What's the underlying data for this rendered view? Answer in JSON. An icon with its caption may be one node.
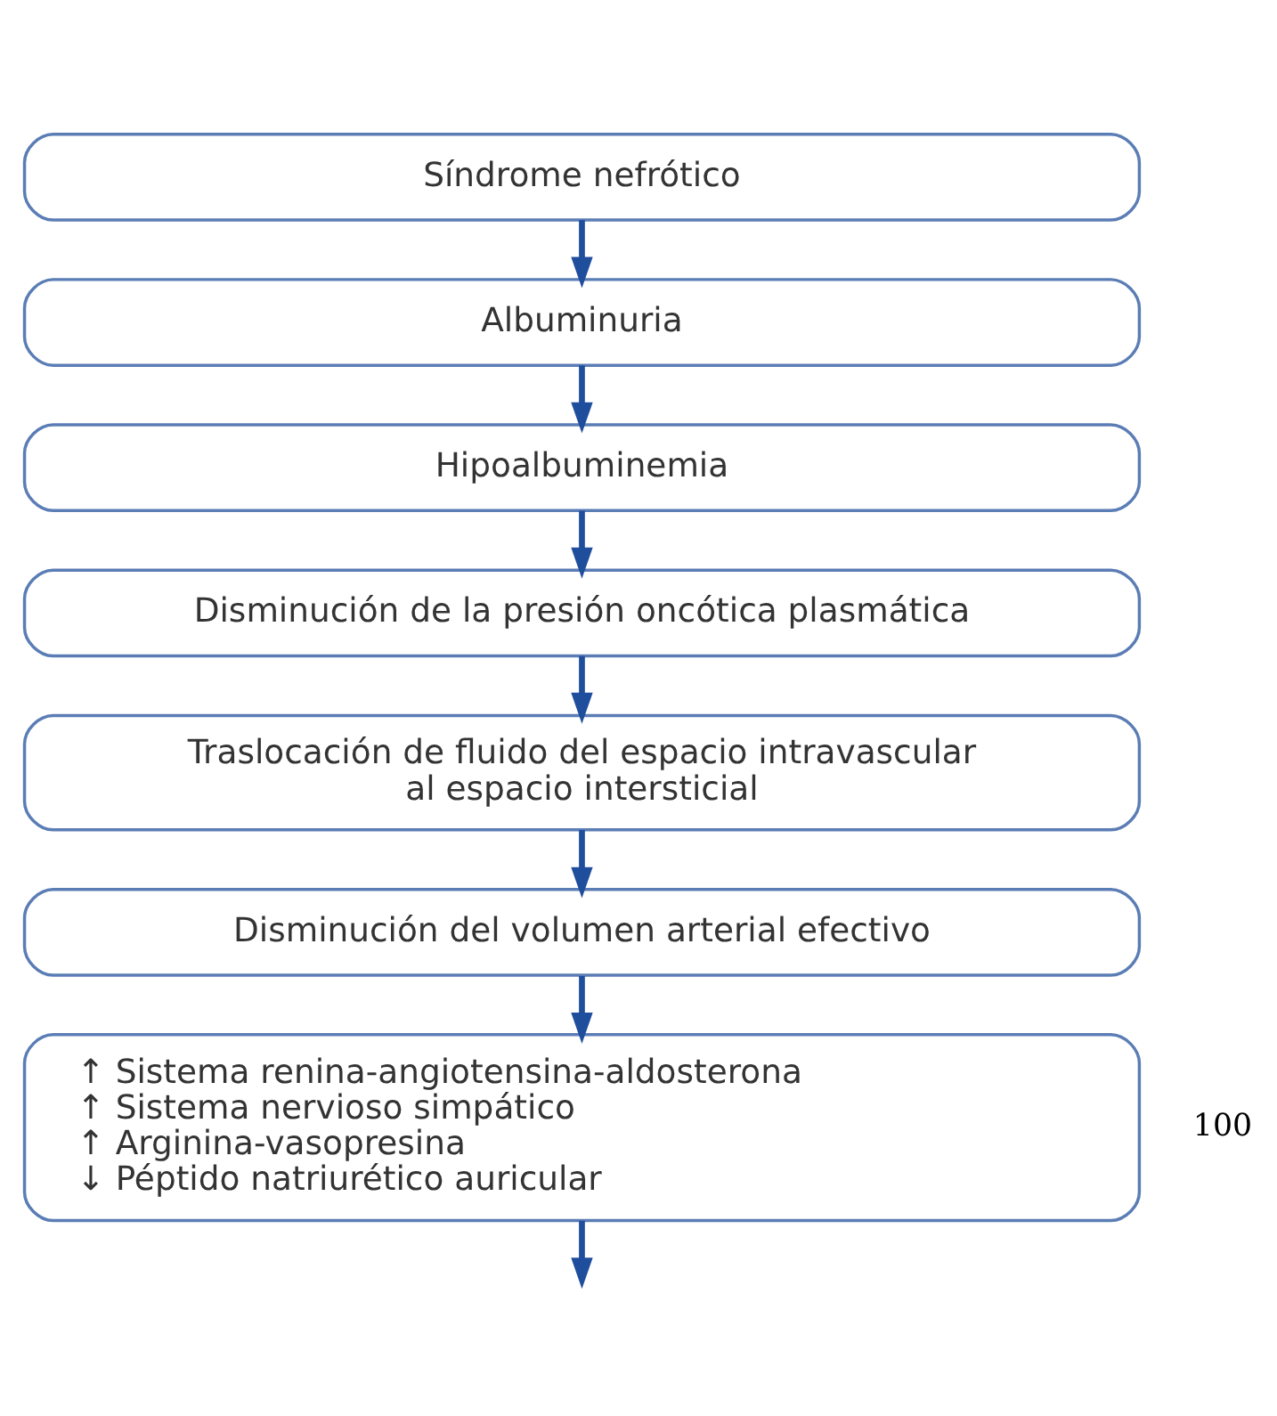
{
  "diagram": {
    "nodes": [
      {
        "text": [
          "Síndrome nefrótico"
        ]
      },
      {
        "text": [
          "Albuminuria"
        ]
      },
      {
        "text": [
          "Hipoalbuminemia"
        ]
      },
      {
        "text": [
          "Disminución de la presión oncótica plasmática"
        ]
      },
      {
        "text": [
          "Traslocación de fluido del espacio intravascular al espacio intersticial"
        ]
      },
      {
        "text": [
          "Disminución del volumen arterial efectivo"
        ]
      },
      {
        "text": [
          "↑ Sistema renina-angiotensina-aldosterona",
          "↑ Sistema nervioso simpático",
          "↑ Arginina-vasopresina",
          "↓ Péptido natriurético auricular"
        ]
      }
    ],
    "edges": [
      {
        "from": 0,
        "to": 1,
        "arrow": "to"
      },
      {
        "from": 1,
        "to": 2,
        "arrow": "to"
      },
      {
        "from": 2,
        "to": 3,
        "arrow": "to"
      },
      {
        "from": 3,
        "to": 4,
        "arrow": "to"
      },
      {
        "from": 4,
        "to": 5,
        "arrow": "to"
      },
      {
        "from": 5,
        "to": 6,
        "arrow": "to"
      },
      {
        "from": 6,
        "to": null,
        "arrow": "to"
      }
    ],
    "labels": [
      "100"
    ]
  }
}
